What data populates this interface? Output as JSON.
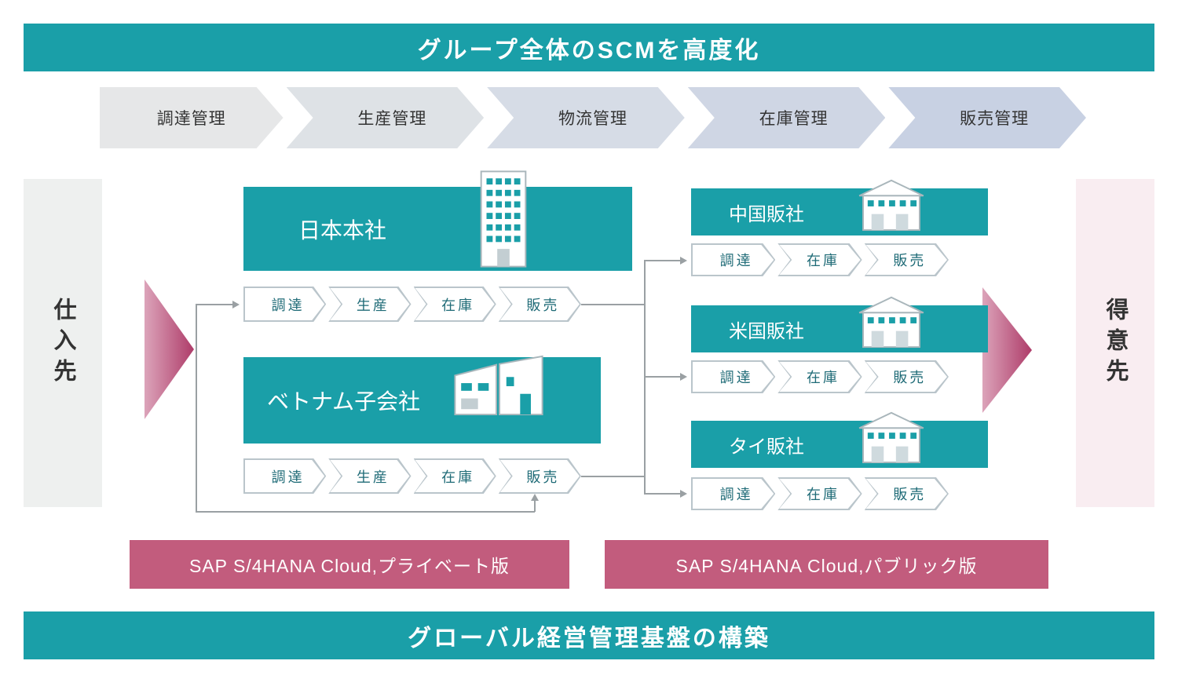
{
  "colors": {
    "teal": "#1A9FA8",
    "magenta": "#C25C7D",
    "gradient_pink_from": "#DCA4BA",
    "gradient_pink_to": "#AE3C69",
    "line_gray": "#9AA0A3",
    "step_border": "#BAC5CB",
    "step_text": "#1F6B77",
    "flow_text": "#333333",
    "band_gray": "#EEF0EF",
    "band_pink": "#F9EDF1"
  },
  "top_banner": "グループ全体のSCMを高度化",
  "bottom_banner": "グローバル経営管理基盤の構築",
  "process_flow": [
    "調達管理",
    "生産管理",
    "物流管理",
    "在庫管理",
    "販売管理"
  ],
  "supplier_label": "仕入先",
  "customer_label": "得意先",
  "headquarters": {
    "name": "日本本社",
    "steps": [
      "調達",
      "生産",
      "在庫",
      "販売"
    ]
  },
  "subsidiary": {
    "name": "ベトナム子会社",
    "steps": [
      "調達",
      "生産",
      "在庫",
      "販売"
    ]
  },
  "sales_companies": [
    {
      "name": "中国販社",
      "steps": [
        "調達",
        "在庫",
        "販売"
      ]
    },
    {
      "name": "米国販社",
      "steps": [
        "調達",
        "在庫",
        "販売"
      ]
    },
    {
      "name": "タイ販社",
      "steps": [
        "調達",
        "在庫",
        "販売"
      ]
    }
  ],
  "platforms": {
    "private": "SAP S/4HANA Cloud,プライベート版",
    "public": "SAP S/4HANA Cloud,パブリック版"
  }
}
